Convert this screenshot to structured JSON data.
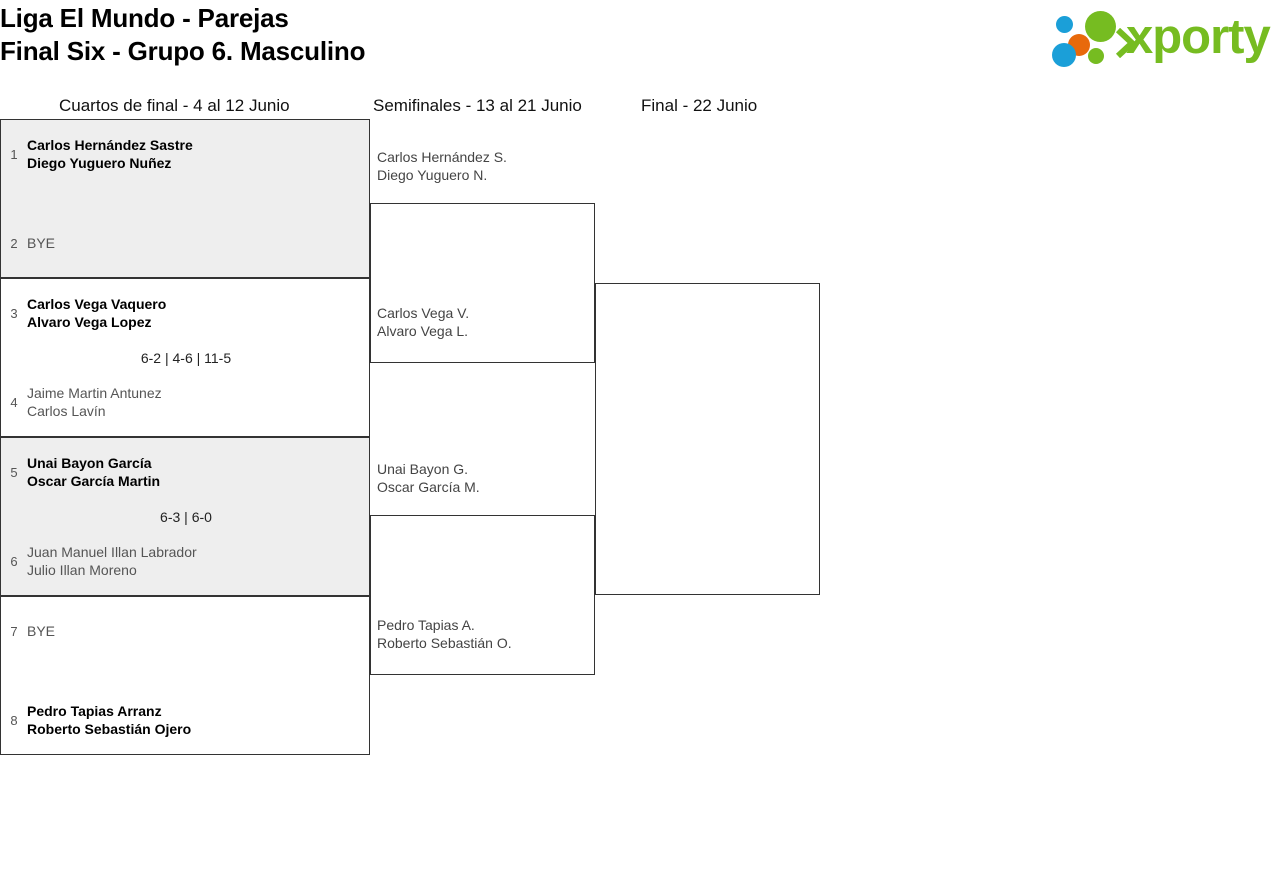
{
  "header": {
    "title_line1": "Liga El Mundo - Parejas",
    "title_line2": "Final Six - Grupo 6. Masculino",
    "logo_word": "xporty"
  },
  "rounds": [
    {
      "label": "Cuartos de final - 4 al 12 Junio"
    },
    {
      "label": "Semifinales - 13 al 21 Junio"
    },
    {
      "label": "Final - 22 Junio"
    }
  ],
  "quarterfinals": [
    {
      "score": "",
      "top": {
        "seed": "1",
        "player1": "Carlos Hernández Sastre",
        "player2": "Diego Yuguero Nuñez",
        "winner": true,
        "bye": false
      },
      "bottom": {
        "seed": "2",
        "player1": "BYE",
        "player2": "",
        "winner": false,
        "bye": true
      }
    },
    {
      "score": "6-2 | 4-6 | 11-5",
      "top": {
        "seed": "3",
        "player1": "Carlos Vega Vaquero",
        "player2": "Alvaro Vega Lopez",
        "winner": true,
        "bye": false
      },
      "bottom": {
        "seed": "4",
        "player1": "Jaime Martin Antunez",
        "player2": "Carlos Lavín",
        "winner": false,
        "bye": false
      }
    },
    {
      "score": "6-3 | 6-0",
      "top": {
        "seed": "5",
        "player1": "Unai Bayon García",
        "player2": "Oscar García Martin",
        "winner": true,
        "bye": false
      },
      "bottom": {
        "seed": "6",
        "player1": "Juan Manuel Illan Labrador",
        "player2": "Julio Illan Moreno",
        "winner": false,
        "bye": false
      }
    },
    {
      "score": "",
      "top": {
        "seed": "7",
        "player1": "BYE",
        "player2": "",
        "winner": false,
        "bye": true
      },
      "bottom": {
        "seed": "8",
        "player1": "Pedro Tapias Arranz",
        "player2": "Roberto Sebastián Ojero",
        "winner": true,
        "bye": false
      }
    }
  ],
  "semifinals": [
    {
      "top": {
        "player1": "Carlos Hernández S.",
        "player2": "Diego Yuguero N.",
        "winner": false
      },
      "bottom": {
        "player1": "Carlos Vega V.",
        "player2": "Alvaro Vega L.",
        "winner": false
      }
    },
    {
      "top": {
        "player1": "Unai Bayon G.",
        "player2": "Oscar García M.",
        "winner": false
      },
      "bottom": {
        "player1": "Pedro Tapias A.",
        "player2": "Roberto Sebastián O.",
        "winner": false
      }
    }
  ],
  "final": {
    "top": {
      "player1": "",
      "player2": "",
      "winner": false
    },
    "bottom": {
      "player1": "",
      "player2": "",
      "winner": false
    }
  },
  "colors": {
    "shaded_row": "#eeeeee",
    "border": "#333333",
    "brand_green": "#76bc21",
    "brand_blue": "#1b9fd8",
    "brand_orange": "#e8690b"
  }
}
